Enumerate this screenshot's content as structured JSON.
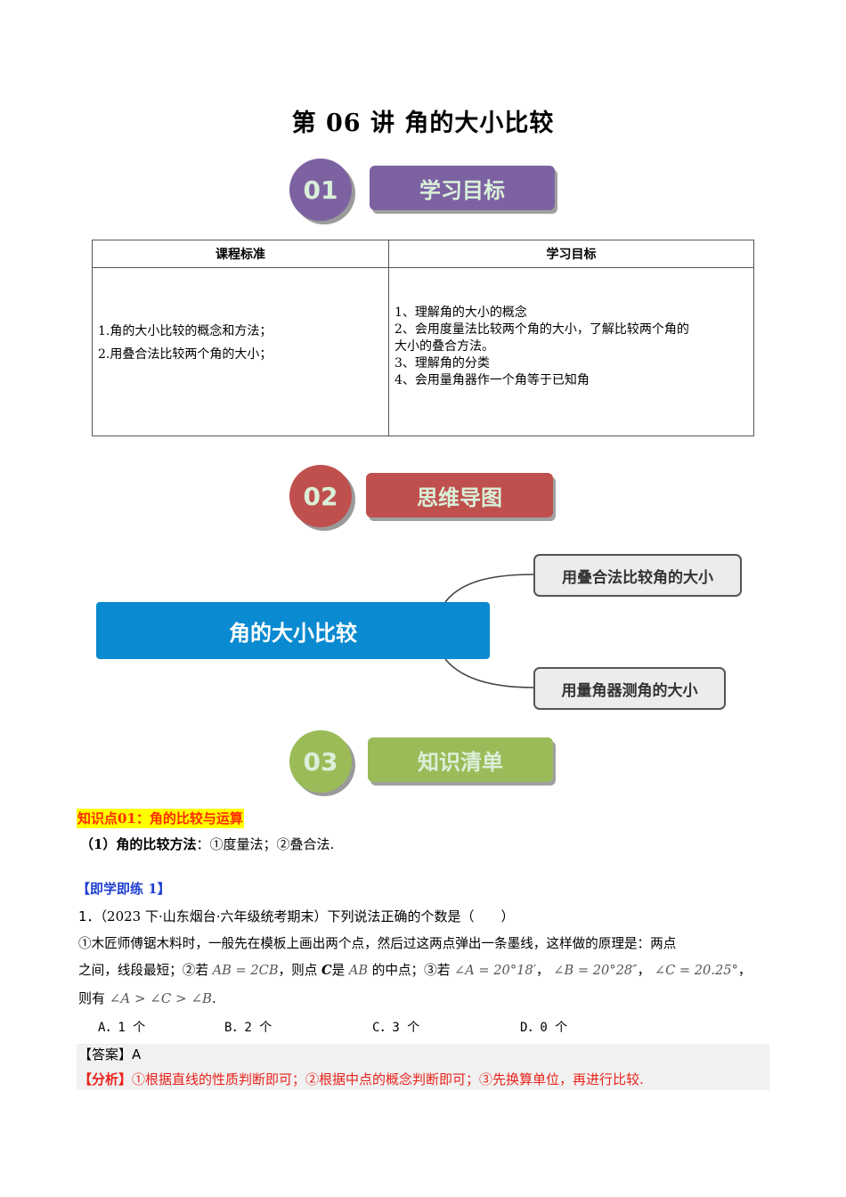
{
  "title": "第 06 讲  角的大小比较",
  "sections": [
    {
      "number": "01",
      "label": "学习目标",
      "color": "#7d62a2"
    },
    {
      "number": "02",
      "label": "思维导图",
      "color": "#c0504d"
    },
    {
      "number": "03",
      "label": "知识清单",
      "color": "#9bbb59"
    }
  ],
  "objectives_table": {
    "headers": [
      "课程标准",
      "学习目标"
    ],
    "left": [
      "1.角的大小比较的概念和方法；",
      "2.用叠合法比较两个角的大小；"
    ],
    "right": [
      "1、理解角的大小的概念",
      "2、会用度量法比较两个角的大小，了解比较两个角的",
      "大小的叠合方法。",
      "3、理解角的分类",
      "4、会用量角器作一个角等于已知角"
    ]
  },
  "mind_map": {
    "root": "角的大小比较",
    "branches": [
      "用叠合法比较角的大小",
      "用量角器测角的大小"
    ],
    "root_color": "#0a8ad0"
  },
  "knowledge": {
    "point_title": "知识点01：角的比较与运算",
    "method_label": "（1）角的比较方法",
    "method_text": "：①度量法；②叠合法."
  },
  "practice": {
    "heading": "【即学即练 1】",
    "q_num": "1．",
    "q_source": "（2023 下·山东烟台·六年级统考期末）",
    "q_stem": "下列说法正确的个数是（　　）",
    "line1": "①木匠师傅锯木料时，一般先在模板上画出两个点，然后过这两点弹出一条墨线，这样做的原理是：两点",
    "line2_a": "之间，线段最短；②若",
    "line2_m1": "AB = 2CB",
    "line2_b": "，则点",
    "line2_c": "C",
    "line2_d": "是",
    "line2_m2": "AB",
    "line2_e": "的中点；③若",
    "line2_m3": "∠A = 20°18′",
    "line2_m4": "∠B = 20°28″",
    "line2_m5": "∠C = 20.25°",
    "line3_a": "则有",
    "line3_m": "∠A > ∠C > ∠B",
    "options": [
      "A．1 个",
      "B．2 个",
      "C．3 个",
      "D．0 个"
    ],
    "answer_label": "【答案】",
    "answer_value": "A",
    "analysis_label": "【分析】",
    "analysis_text": "①根据直线的性质判断即可；②根据中点的概念判断即可；③先换算单位，再进行比较."
  }
}
